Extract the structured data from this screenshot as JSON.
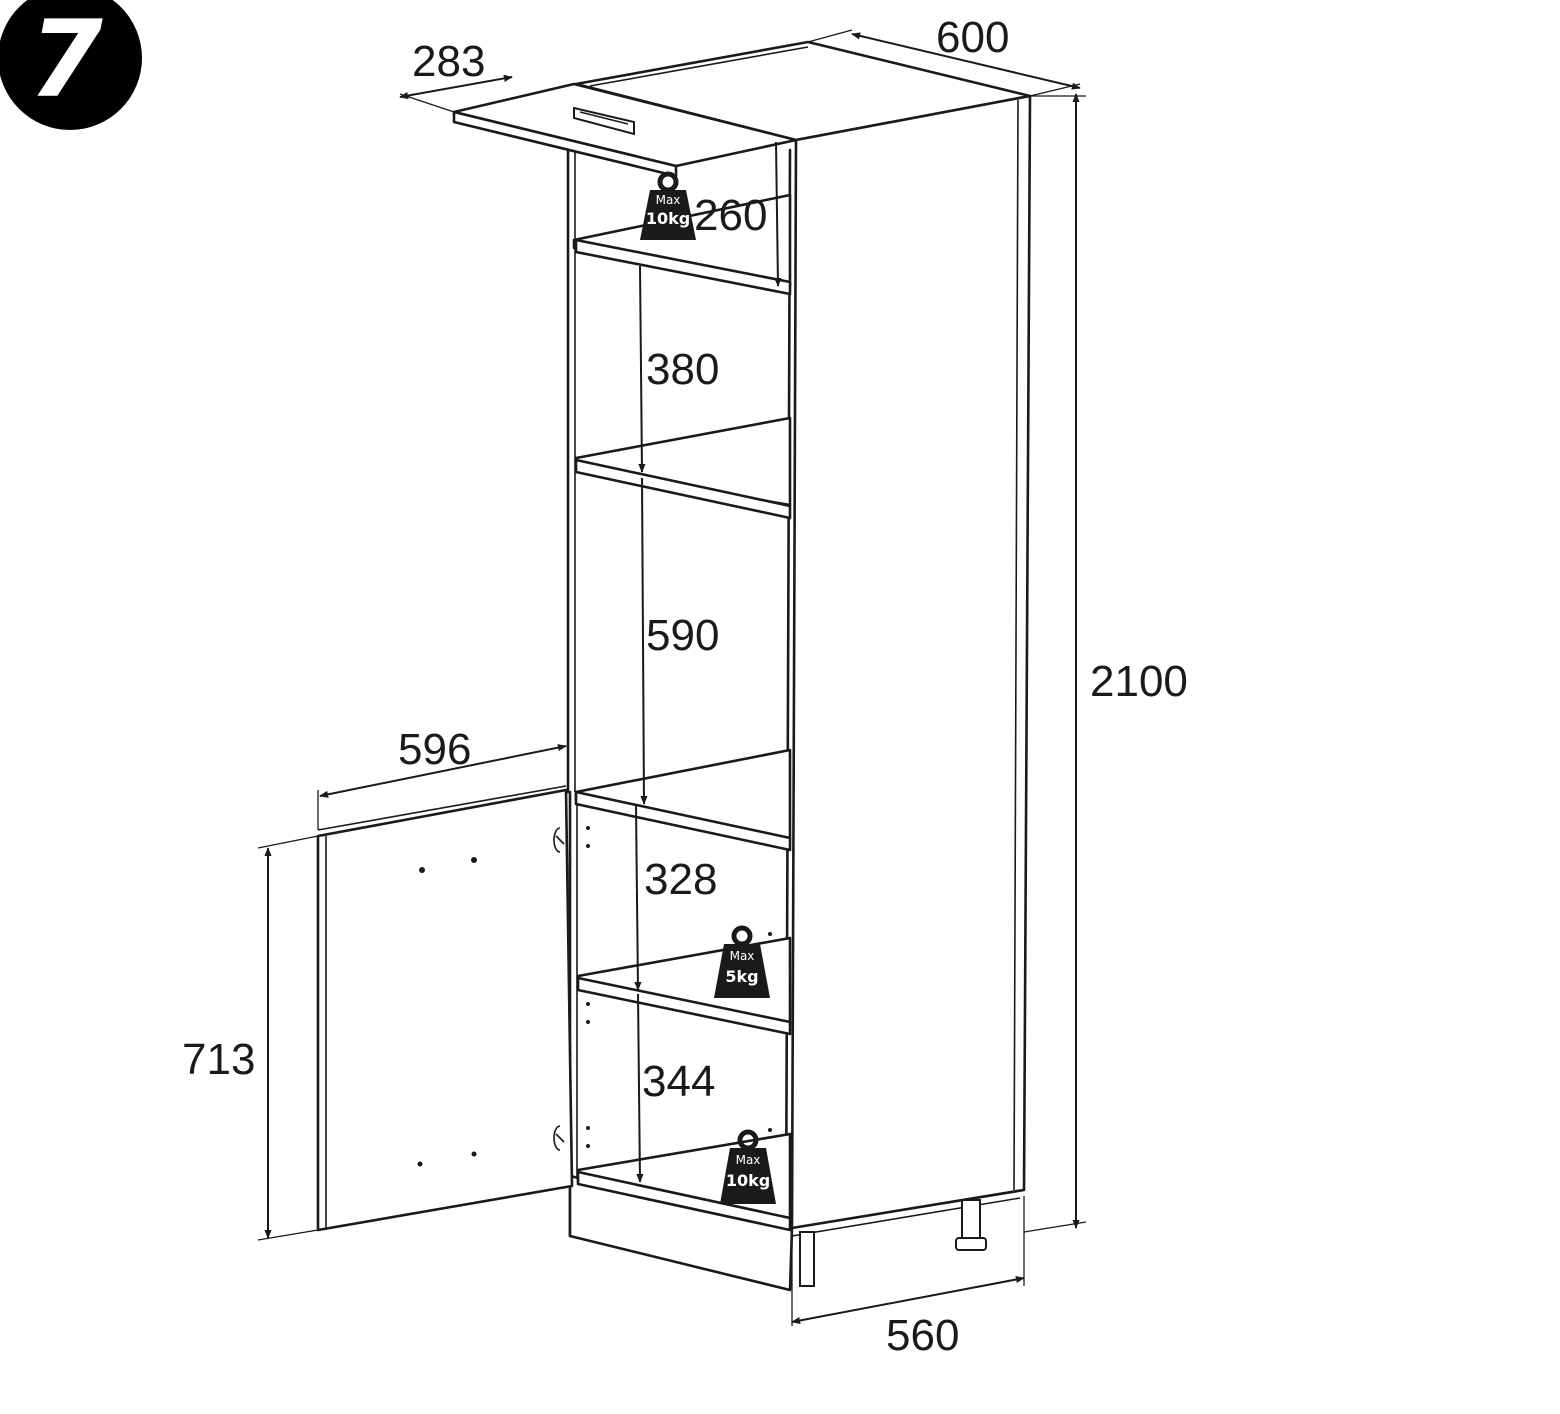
{
  "step_number": "7",
  "dimensions": {
    "top_door_depth": "283",
    "cabinet_depth": "600",
    "top_gap": "260",
    "upper_compartment": "380",
    "middle_compartment": "590",
    "bottom_door_width": "596",
    "height_total": "2100",
    "compartment_328": "328",
    "bottom_door_height": "713",
    "compartment_344": "344",
    "base_width": "560"
  },
  "weight_limits": [
    {
      "label": "Max",
      "value": "10kg"
    },
    {
      "label": "Max",
      "value": "5kg"
    },
    {
      "label": "Max",
      "value": "10kg"
    }
  ],
  "colors": {
    "line": "#1a1a1a",
    "background": "#ffffff",
    "badge": "#000000"
  }
}
